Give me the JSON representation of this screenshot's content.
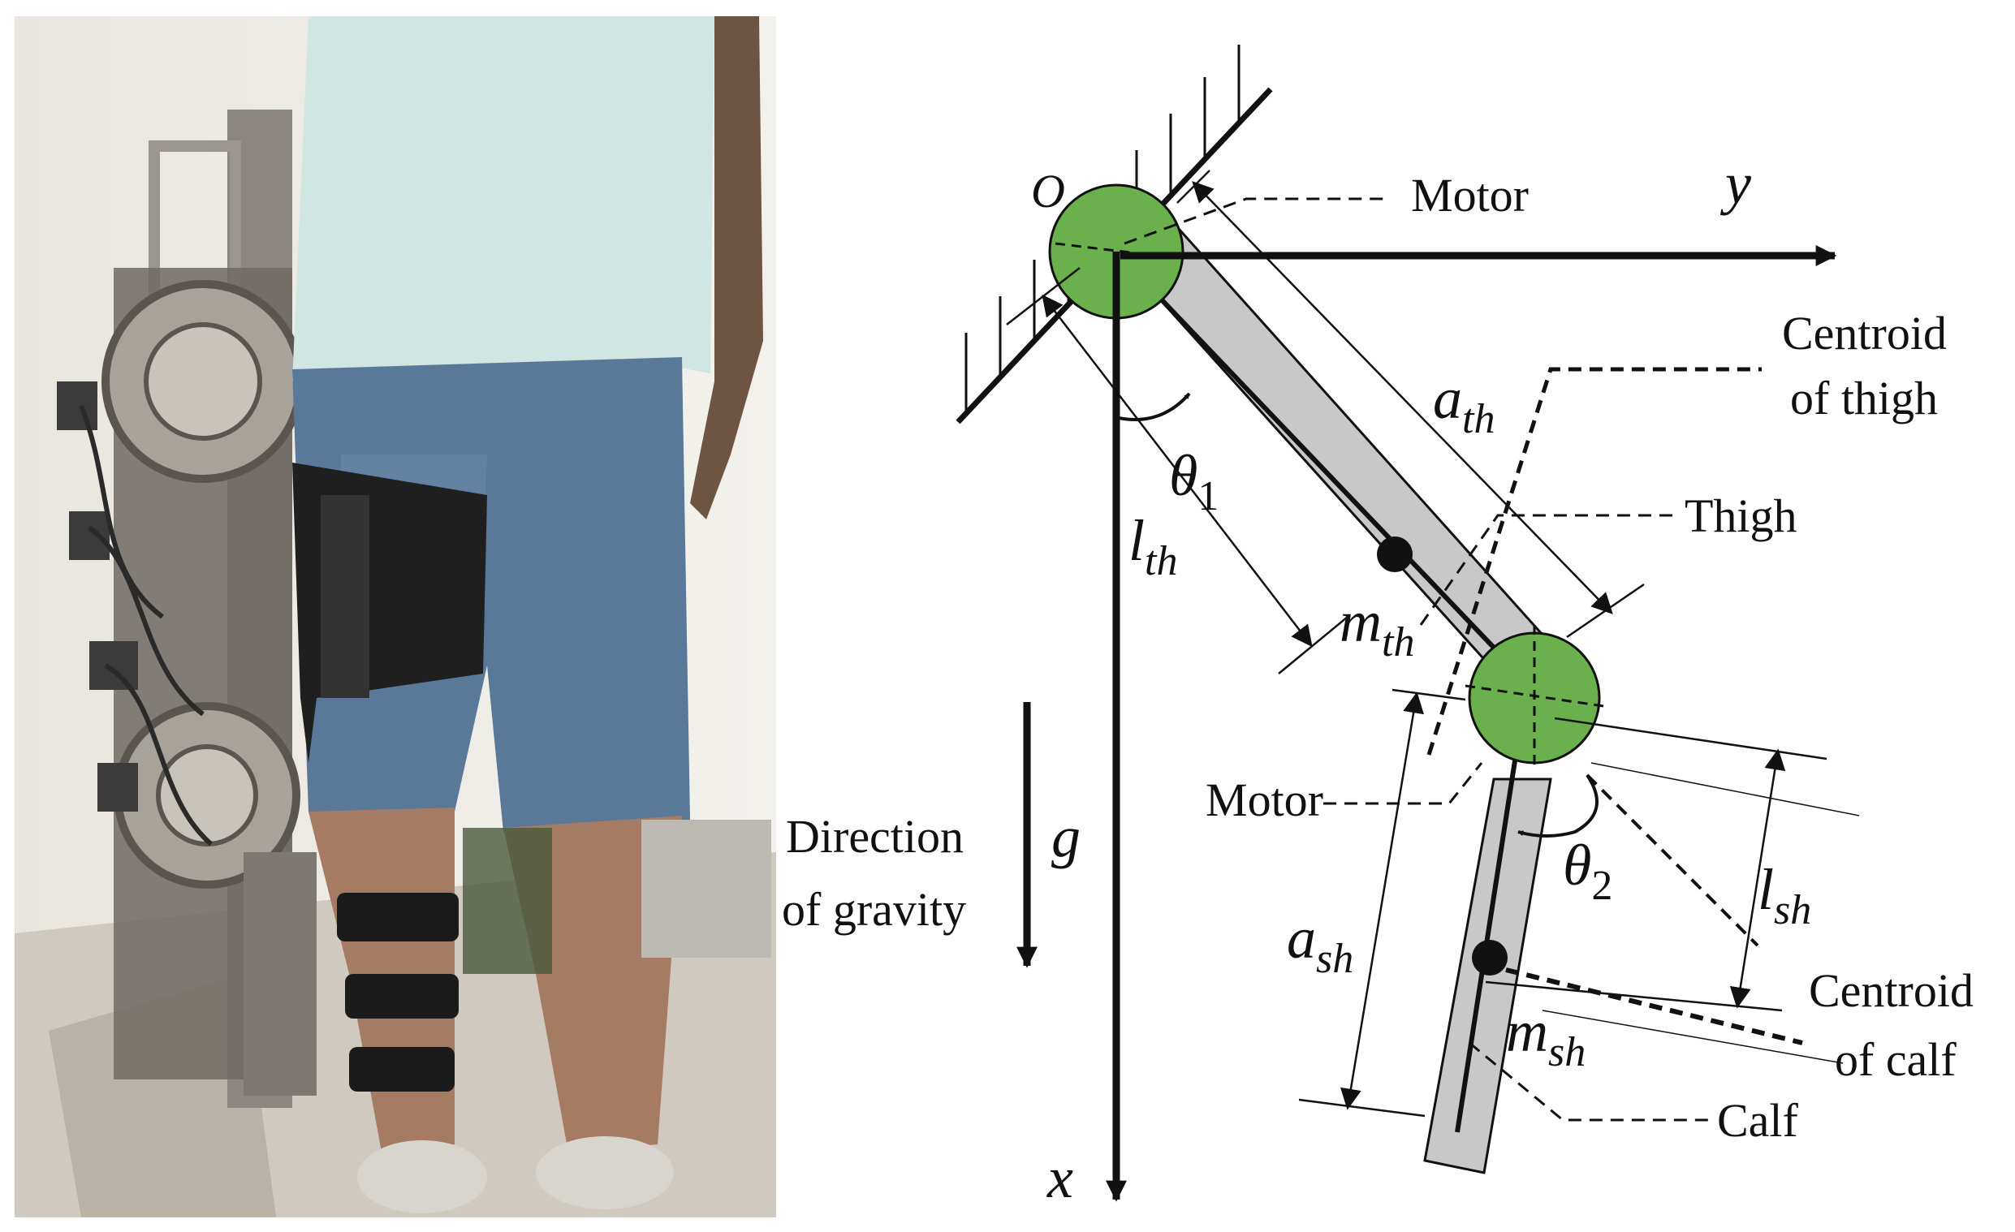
{
  "labels": {
    "origin": "O",
    "motor_top": "Motor",
    "axis_y": "y",
    "axis_x": "x",
    "centroid_thigh_line1": "Centroid",
    "centroid_thigh_line2": "of thigh",
    "thigh": "Thigh",
    "motor_bottom": "Motor",
    "direction_line1": "Direction",
    "direction_line2": "of gravity",
    "gravity": "g",
    "centroid_calf_line1": "Centroid",
    "centroid_calf_line2": "of calf",
    "calf": "Calf"
  },
  "symbols": {
    "theta1": {
      "base": "θ",
      "sub": "1"
    },
    "theta2": {
      "base": "θ",
      "sub": "2"
    },
    "l_th": {
      "base": "l",
      "sub": "th"
    },
    "a_th": {
      "base": "a",
      "sub": "th"
    },
    "m_th": {
      "base": "m",
      "sub": "th"
    },
    "l_sh": {
      "base": "l",
      "sub": "sh"
    },
    "a_sh": {
      "base": "a",
      "sub": "sh"
    },
    "m_sh": {
      "base": "m",
      "sub": "sh"
    }
  },
  "colors": {
    "motor": "#6ab04c",
    "link": "#c8c8c8",
    "line": "#111111"
  }
}
